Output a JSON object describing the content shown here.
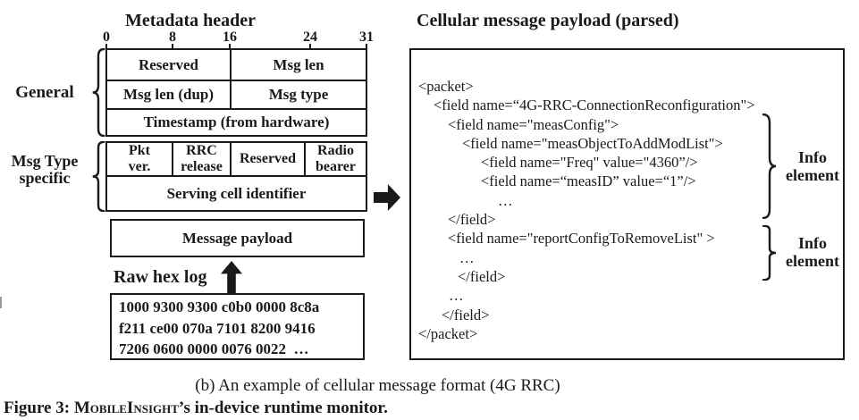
{
  "metadata_header": {
    "title": "Metadata header",
    "bit_ticks": [
      "0",
      "8",
      "16",
      "24",
      "31"
    ],
    "general": {
      "label": "General",
      "row1_left": "Reserved",
      "row1_right": "Msg len",
      "row2_left": "Msg len (dup)",
      "row2_right": "Msg type",
      "row3": "Timestamp (from hardware)"
    },
    "msg_type_specific": {
      "label_line1": "Msg Type",
      "label_line2": "specific",
      "cell1_line1": "Pkt",
      "cell1_line2": "ver.",
      "cell2_line1": "RRC",
      "cell2_line2": "release",
      "cell3": "Reserved",
      "cell4_line1": "Radio",
      "cell4_line2": "bearer",
      "row2": "Serving cell identifier"
    },
    "message_payload": "Message payload"
  },
  "raw_hex_log": {
    "label": "Raw hex log",
    "line1": "1000 9300 9300 c0b0 0000 8c8a",
    "line2": "f211 ce00 070a 7101 8200 9416",
    "line3": "7206 0600 0000 0076 0022  …"
  },
  "parsed_payload": {
    "title": "Cellular message payload (parsed)",
    "xml_lines": [
      "<packet>",
      "<field name=“4G-RRC-ConnectionReconfiguration\">",
      "<field name=\"measConfig\">",
      "<field name=\"measObjectToAddModList\">",
      "<field name=\"Freq\" value=\"4360”/>",
      "<field name=“measID” value=“1”/>",
      "…",
      "</field>",
      "<field name=\"reportConfigToRemoveList\" >",
      "…",
      "</field>",
      "…",
      "</field>",
      "</packet>"
    ],
    "info_element_1_line1": "Info",
    "info_element_1_line2": "element",
    "info_element_2_line1": "Info",
    "info_element_2_line2": "element"
  },
  "captions": {
    "subfigure": "(b) An example of cellular message format (4G RRC)",
    "figure_prefix": "Figure 3: ",
    "figure_smallcaps": "MobileInsight",
    "figure_suffix": "’s in-device runtime monitor."
  },
  "colors": {
    "ink": "#1a1a1a",
    "background": "#ffffff"
  }
}
